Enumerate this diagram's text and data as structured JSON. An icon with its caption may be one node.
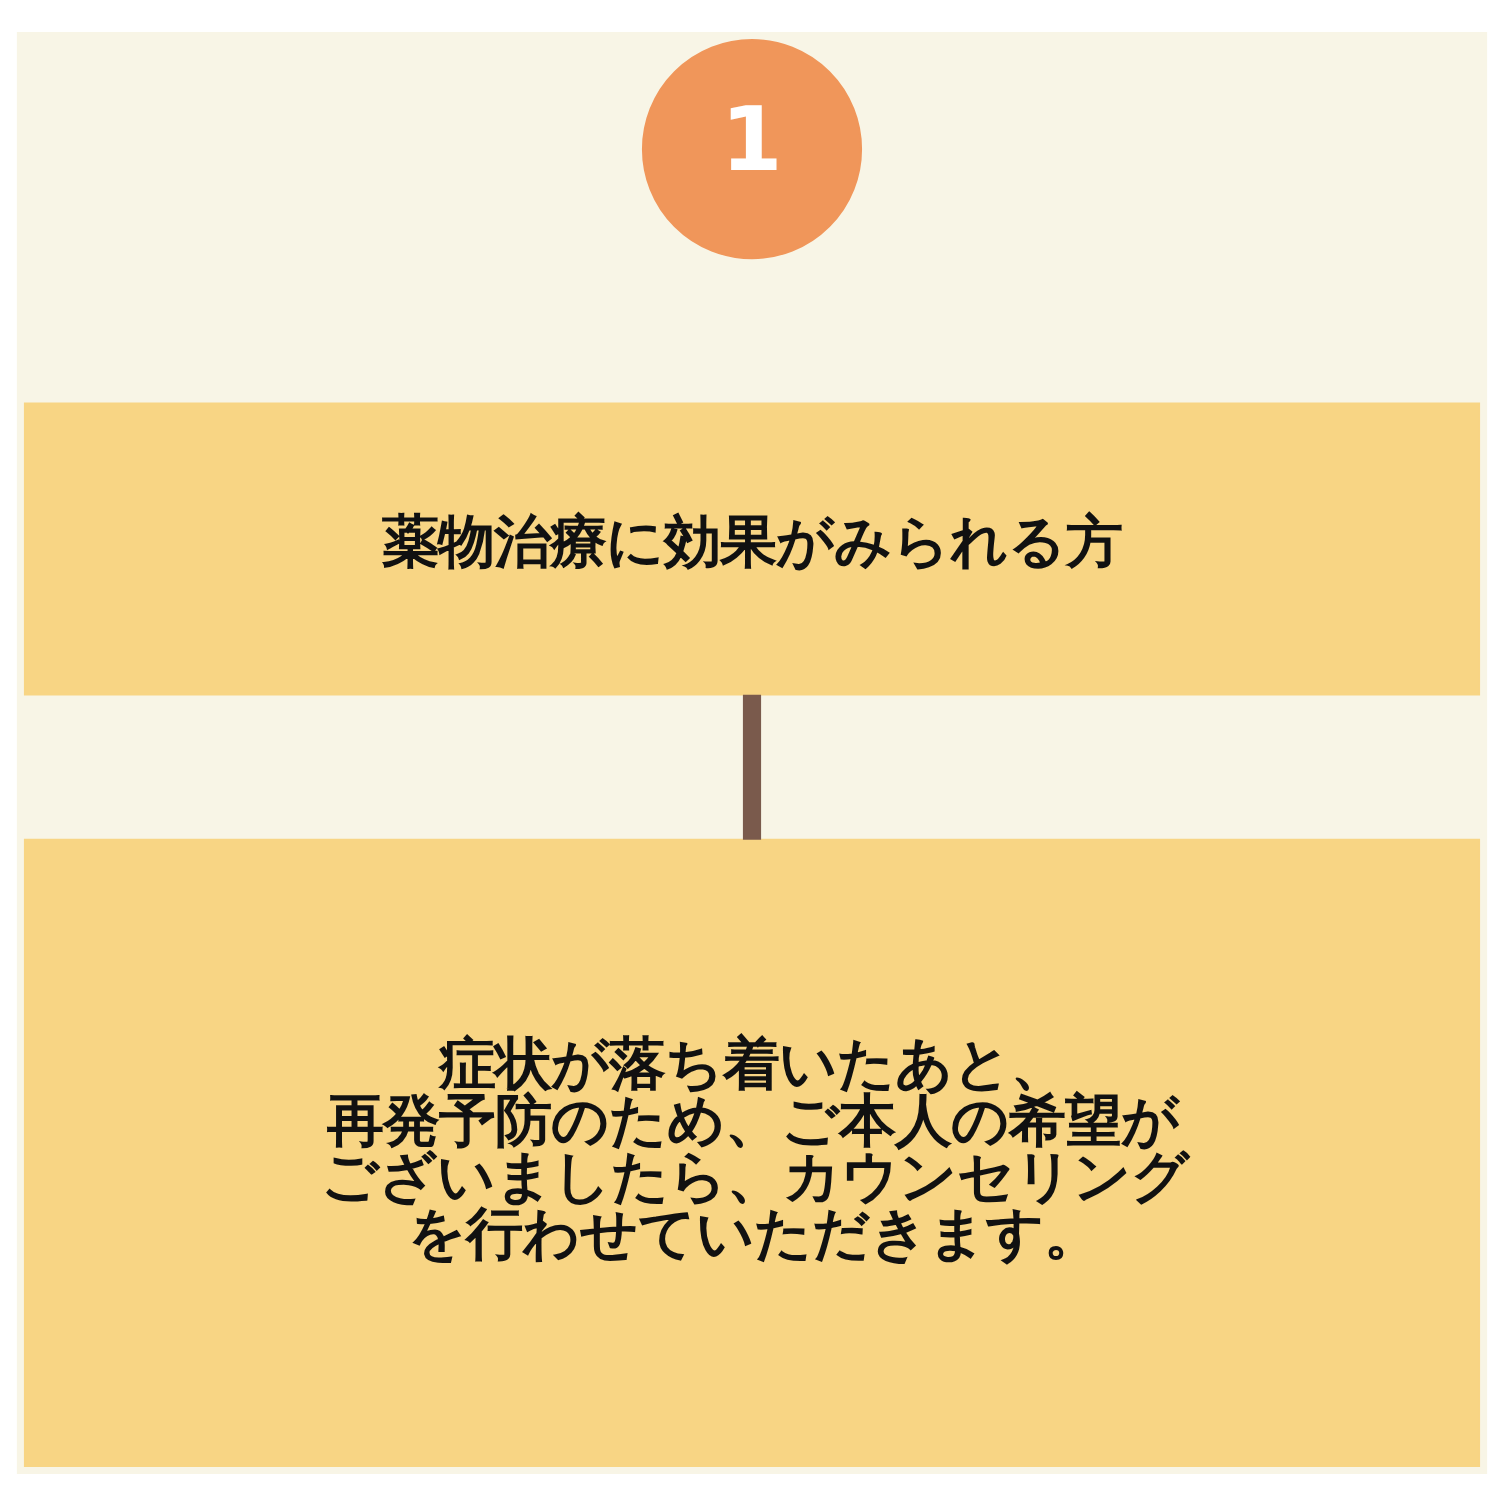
{
  "diagram": {
    "nodes": [
      {
        "text": [
          "1"
        ]
      },
      {
        "text": [
          "薬物治療に効果がみられる方"
        ]
      },
      {
        "text": [
          "症状が落ち着いたあと、再発予防のため、ご本人の希望がございましたら、カウンセリングを行わせていただきます。"
        ]
      }
    ],
    "edges": [
      {
        "from": 1,
        "to": 2,
        "arrow": "none",
        "color": "#7a5a4c"
      }
    ]
  }
}
